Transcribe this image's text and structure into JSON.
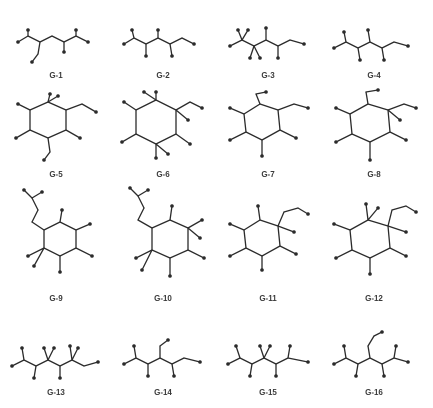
{
  "figure": {
    "molecules": [
      {
        "id": "g1",
        "label": "G-1",
        "shape": "chain"
      },
      {
        "id": "g2",
        "label": "G-2",
        "shape": "chain"
      },
      {
        "id": "g3",
        "label": "G-3",
        "shape": "chain-branched"
      },
      {
        "id": "g4",
        "label": "G-4",
        "shape": "chain"
      },
      {
        "id": "g5",
        "label": "G-5",
        "shape": "ring-small"
      },
      {
        "id": "g6",
        "label": "G-6",
        "shape": "ring-large"
      },
      {
        "id": "g7",
        "label": "G-7",
        "shape": "ring-small"
      },
      {
        "id": "g8",
        "label": "G-8",
        "shape": "ring-large"
      },
      {
        "id": "g9",
        "label": "G-9",
        "shape": "ring-pendant"
      },
      {
        "id": "g10",
        "label": "G-10",
        "shape": "ring-pendant-large"
      },
      {
        "id": "g11",
        "label": "G-11",
        "shape": "ring-small"
      },
      {
        "id": "g12",
        "label": "G-12",
        "shape": "ring-large"
      },
      {
        "id": "g13",
        "label": "G-13",
        "shape": "chain-branched"
      },
      {
        "id": "g14",
        "label": "G-14",
        "shape": "chain"
      },
      {
        "id": "g15",
        "label": "G-15",
        "shape": "chain-branched"
      },
      {
        "id": "g16",
        "label": "G-16",
        "shape": "chain-branched"
      }
    ]
  }
}
